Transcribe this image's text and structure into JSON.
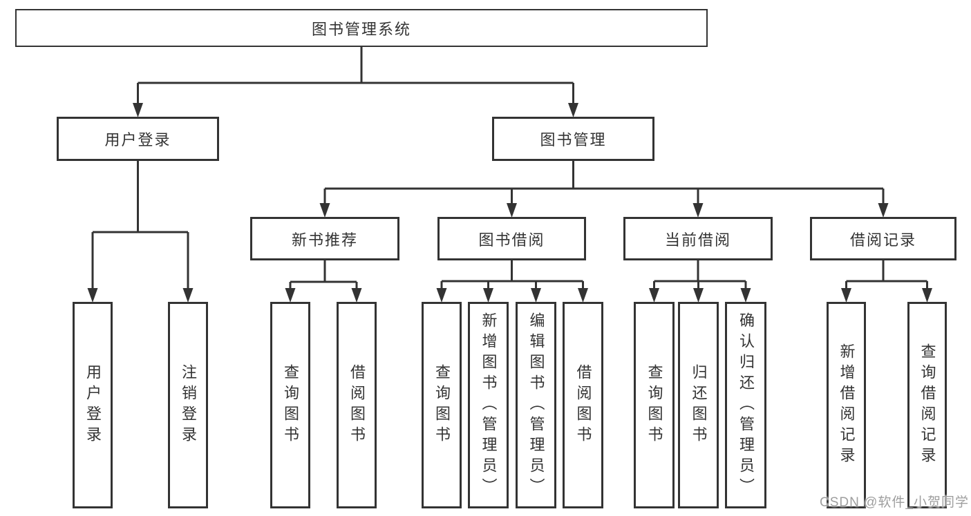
{
  "diagram_title": "图书管理系统",
  "watermark": "CSDN @软件_小贺同学",
  "colors": {
    "stroke": "#333333",
    "background": "#ffffff",
    "watermark_gray": "#9e9e9e"
  },
  "nodes": [
    {
      "id": "root",
      "label": "图书管理系统",
      "level": 1
    },
    {
      "id": "user-login",
      "label": "用户登录",
      "level": 2
    },
    {
      "id": "book-mgmt",
      "label": "图书管理",
      "level": 2
    },
    {
      "id": "new-book-rec",
      "label": "新书推荐",
      "level": 3
    },
    {
      "id": "book-borrow",
      "label": "图书借阅",
      "level": 3
    },
    {
      "id": "current-borrow",
      "label": "当前借阅",
      "level": 3
    },
    {
      "id": "borrow-record",
      "label": "借阅记录",
      "level": 3
    },
    {
      "id": "leaf-user-login",
      "label": "用户登录",
      "level": 4
    },
    {
      "id": "leaf-logout",
      "label": "注销登录",
      "level": 4
    },
    {
      "id": "leaf-query-book-1",
      "label": "查询图书",
      "level": 4
    },
    {
      "id": "leaf-borrow-book-1",
      "label": "借阅图书",
      "level": 4
    },
    {
      "id": "leaf-query-book-2",
      "label": "查询图书",
      "level": 4
    },
    {
      "id": "leaf-add-book",
      "label": "新增图书（管理员）",
      "level": 4
    },
    {
      "id": "leaf-edit-book",
      "label": "编辑图书（管理员）",
      "level": 4
    },
    {
      "id": "leaf-borrow-book-2",
      "label": "借阅图书",
      "level": 4
    },
    {
      "id": "leaf-query-book-3",
      "label": "查询图书",
      "level": 4
    },
    {
      "id": "leaf-return-book",
      "label": "归还图书",
      "level": 4
    },
    {
      "id": "leaf-confirm-return",
      "label": "确认归还（管理员）",
      "level": 4
    },
    {
      "id": "leaf-add-record",
      "label": "新增借阅记录",
      "level": 4
    },
    {
      "id": "leaf-query-record",
      "label": "查询借阅记录",
      "level": 4
    }
  ],
  "hierarchy": [
    {
      "parent": "root",
      "children": [
        "user-login",
        "book-mgmt"
      ]
    },
    {
      "parent": "user-login",
      "children": [
        "leaf-user-login",
        "leaf-logout"
      ]
    },
    {
      "parent": "book-mgmt",
      "children": [
        "new-book-rec",
        "book-borrow",
        "current-borrow",
        "borrow-record"
      ]
    },
    {
      "parent": "new-book-rec",
      "children": [
        "leaf-query-book-1",
        "leaf-borrow-book-1"
      ]
    },
    {
      "parent": "book-borrow",
      "children": [
        "leaf-query-book-2",
        "leaf-add-book",
        "leaf-edit-book",
        "leaf-borrow-book-2"
      ]
    },
    {
      "parent": "current-borrow",
      "children": [
        "leaf-query-book-3",
        "leaf-return-book",
        "leaf-confirm-return"
      ]
    },
    {
      "parent": "borrow-record",
      "children": [
        "leaf-add-record",
        "leaf-query-record"
      ]
    }
  ]
}
